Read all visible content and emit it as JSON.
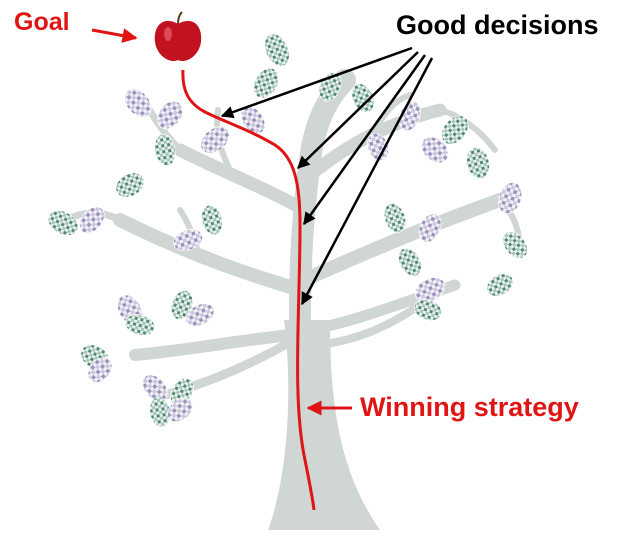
{
  "labels": {
    "goal": "Goal",
    "good_decisions": "Good decisions",
    "winning_strategy": "Winning strategy"
  },
  "colors": {
    "goal_text": "#e01414",
    "decisions_text": "#000000",
    "strategy_text": "#e01414",
    "path": "#e01414",
    "tree": "#cfd6d3",
    "apple": "#c3121f",
    "leaf_green": "#4e8a74",
    "leaf_lilac": "#a9a2c4"
  },
  "icons": {
    "goal": "apple-icon",
    "tree": "tree-icon"
  }
}
